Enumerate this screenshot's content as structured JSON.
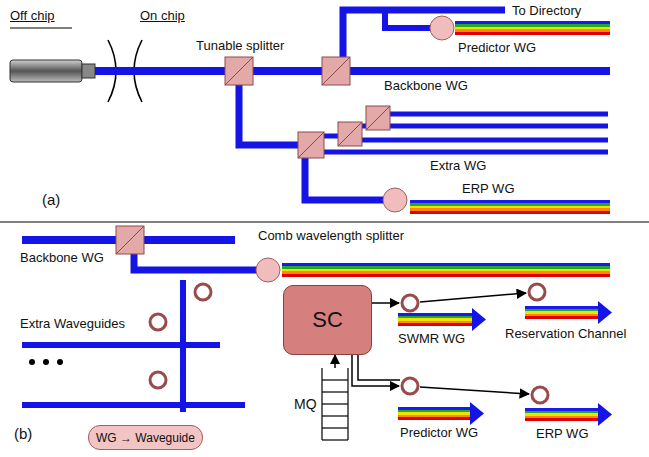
{
  "diagram": {
    "nodes": [
      {
        "text": [
          "SC"
        ]
      },
      {
        "text": [
          "MQ"
        ]
      },
      {
        "text": [
          "WG → Waveguide"
        ]
      }
    ],
    "edges": [
      {
        "from": 1,
        "to": 0,
        "arrow": "to"
      }
    ],
    "labels": [
      "Off chip",
      "On chip",
      "Tunable splitter",
      "To Directory",
      "Predictor WG",
      "Backbone WG",
      "Extra WG",
      "ERP WG",
      "(a)",
      "Backbone WG",
      "Comb wavelength splitter",
      "Extra Waveguides",
      "SWMR WG",
      "Reservation Channel",
      "Predictor WG",
      "ERP WG",
      "(b)"
    ]
  }
}
